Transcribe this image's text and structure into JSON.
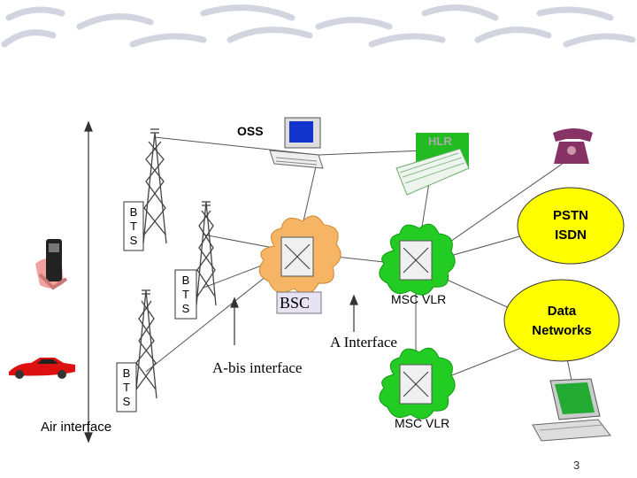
{
  "labels": {
    "oss": "OSS",
    "hlr": "HLR",
    "bts": [
      "B",
      "T",
      "S"
    ],
    "pstn_isdn": [
      "PSTN",
      "ISDN"
    ],
    "bsc": "BSC",
    "msc_vlr_top": "MSC VLR",
    "msc_vlr_bottom": "MSC VLR",
    "data_networks": [
      "Data",
      "Networks"
    ],
    "a_interface": "A Interface",
    "abis_interface": "A-bis interface",
    "air_interface": "Air interface",
    "page_number": "3"
  },
  "colors": {
    "yellow": "#ffff00",
    "orange": "#f5b565",
    "green": "#22cc22",
    "line": "#555555",
    "car": "#dd1111",
    "phone": "#883366"
  },
  "icons": [
    "tower-icon",
    "computer-icon",
    "hlr-server-icon",
    "telephone-icon",
    "mobile-phone-icon",
    "car-icon",
    "laptop-icon",
    "switch-icon"
  ]
}
